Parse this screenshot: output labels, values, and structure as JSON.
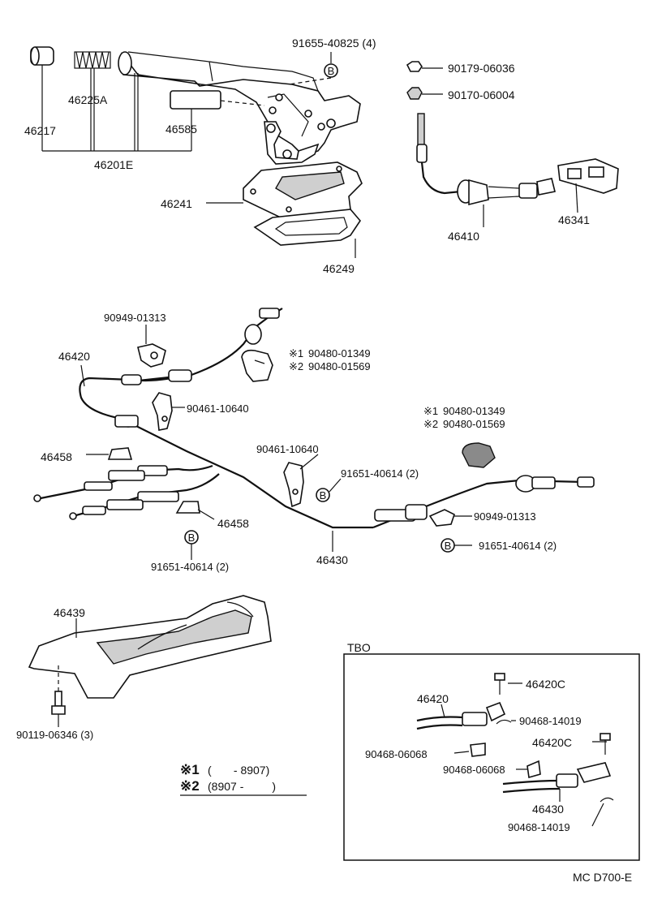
{
  "labels": {
    "p91655_40825": "91655-40825 (4)",
    "p90179_06036": "90179-06036",
    "p90170_06004": "90170-06004",
    "p46225a": "46225A",
    "p46217": "46217",
    "p46585": "46585",
    "p46201e": "46201E",
    "p46241": "46241",
    "p46249": "46249",
    "p46410": "46410",
    "p46341": "46341",
    "p90949_01313_top": "90949-01313",
    "p46420": "46420",
    "n1_90480_01349_a": "90480-01349",
    "n2_90480_01569_a": "90480-01569",
    "p90461_10640_a": "90461-10640",
    "n1_90480_01349_b": "90480-01349",
    "n2_90480_01569_b": "90480-01569",
    "p46458_a": "46458",
    "p90461_10640_b": "90461-10640",
    "p91651_40614_a": "91651-40614 (2)",
    "p46458_b": "46458",
    "p90949_01313_bot": "90949-01313",
    "p91651_40614_b": "91651-40614 (2)",
    "p46430": "46430",
    "p91651_40614_c": "91651-40614 (2)",
    "p46439": "46439",
    "p90119_06346": "90119-06346 (3)",
    "tbo_title": "TBO",
    "tbo_46420c_a": "46420C",
    "tbo_46420": "46420",
    "tbo_90468_14019_a": "90468-14019",
    "tbo_90468_06068_a": "90468-06068",
    "tbo_46420c_b": "46420C",
    "tbo_90468_06068_b": "90468-06068",
    "tbo_46430": "46430",
    "tbo_90468_14019_b": "90468-14019",
    "diagram_code": "MC D700-E"
  },
  "markers": {
    "b": "B",
    "note1": "※1",
    "note2": "※2"
  },
  "legend": {
    "note1_mark": "※1",
    "note1_text": "(       - 8907)",
    "note2_mark": "※2",
    "note2_text": "(8907 -         )"
  },
  "colors": {
    "ink": "#111111",
    "paper": "#ffffff"
  }
}
